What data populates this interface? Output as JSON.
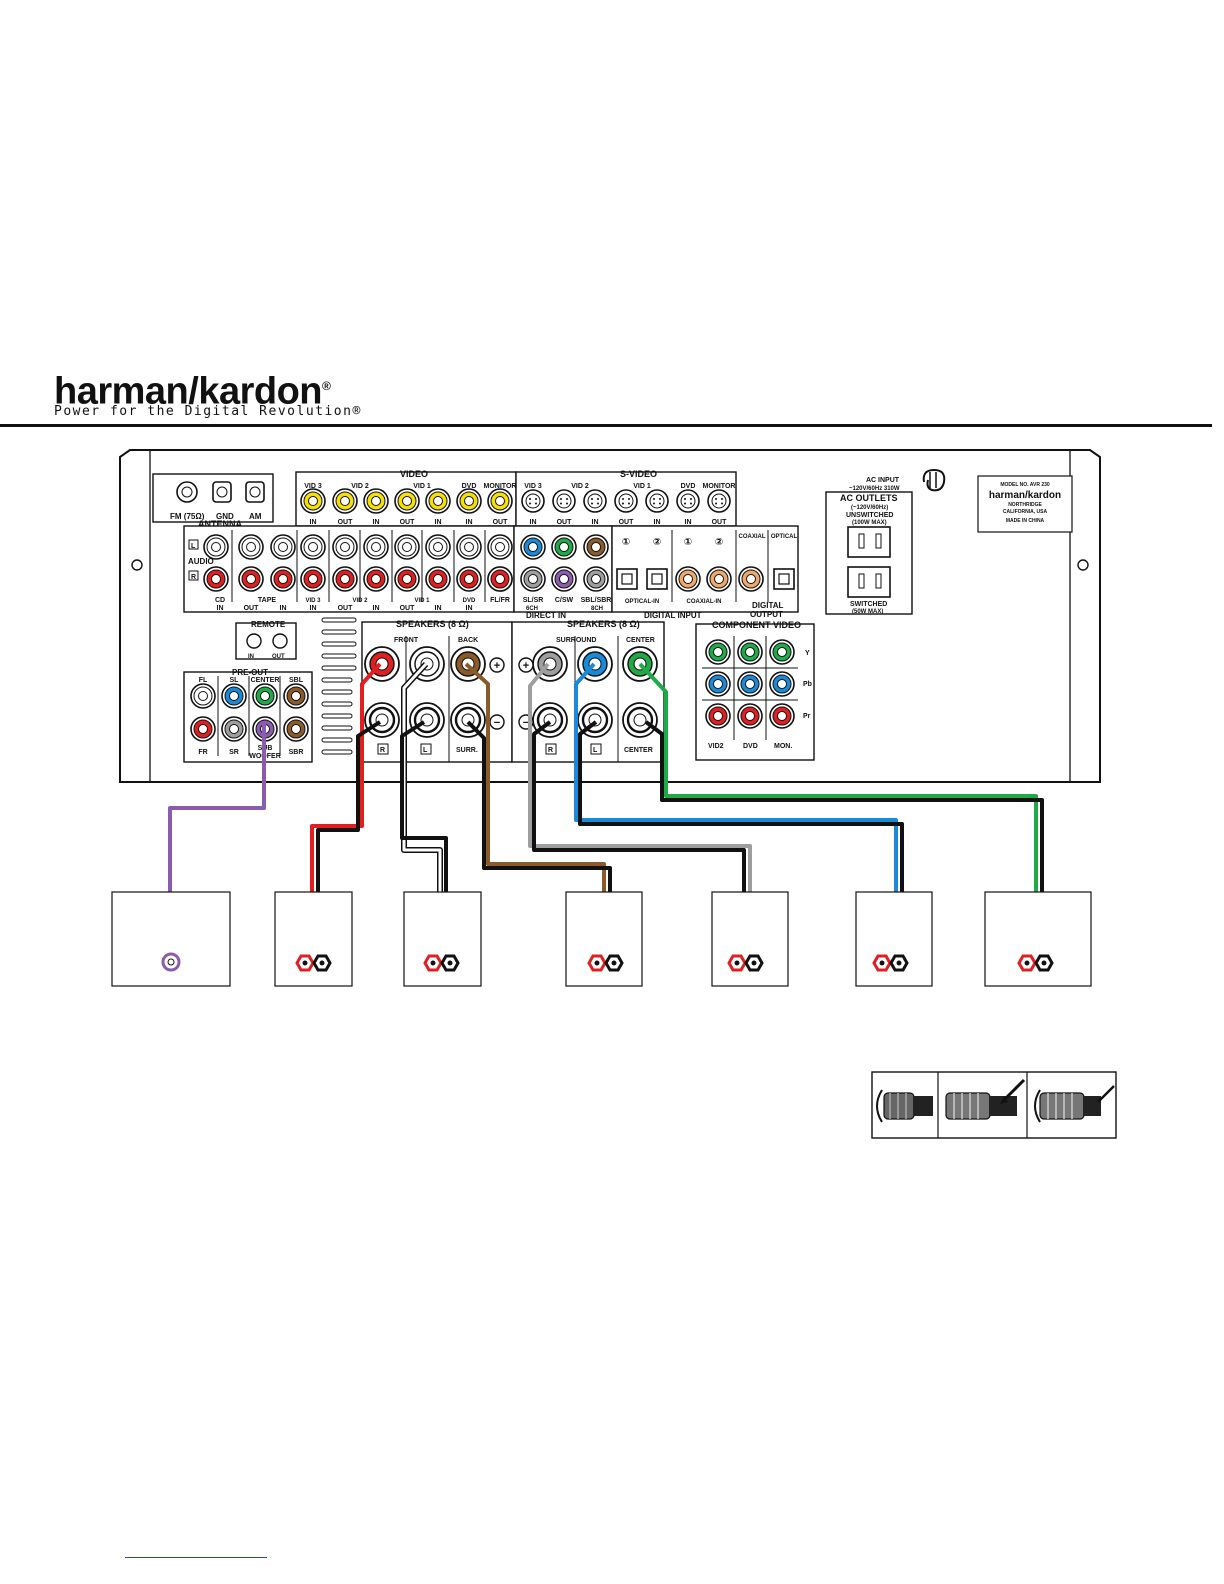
{
  "brand": {
    "name": "harman/kardon",
    "registered": "®",
    "tagline": "Power for the Digital Revolution®"
  },
  "receiver": {
    "antenna": {
      "title": "ANTENNA",
      "fm": "FM (75Ω)",
      "gnd": "GND",
      "am": "AM"
    },
    "video_title": "VIDEO",
    "svideo_title": "S-VIDEO",
    "video_groups": [
      "VID 3",
      "VID 2",
      "VID 1",
      "DVD",
      "MONITOR"
    ],
    "svideo_groups": [
      "VID 3",
      "VID 2",
      "VID 1",
      "DVD",
      "MONITOR"
    ],
    "in": "IN",
    "out": "OUT",
    "audio": {
      "title": "AUDIO",
      "l": "L",
      "r": "R",
      "cd": "CD",
      "tape": "TAPE",
      "vid3": "VID 3",
      "vid2": "VID 2",
      "vid1": "VID 1",
      "dvd": "DVD"
    },
    "direct_in": {
      "title": "DIRECT IN",
      "fl_fr": "FL/FR",
      "sl_sr": "SL/SR",
      "c_sw": "C/SW",
      "sbl_sbr": "SBL/SBR",
      "six_ch": "6CH",
      "eight_ch": "8CH"
    },
    "digital": {
      "title": "DIGITAL INPUT",
      "optical_in": "OPTICAL-IN",
      "coaxial_in": "COAXIAL-IN",
      "one": "①",
      "two": "②",
      "coaxial": "COAXIAL",
      "optical": "OPTICAL",
      "output_title_1": "DIGITAL",
      "output_title_2": "OUTPUT"
    },
    "ac": {
      "input_1": "AC INPUT",
      "input_2": "~120V/60Hz  310W",
      "outlets": "AC OUTLETS",
      "spec": "(~120V/60Hz)",
      "unswitched": "UNSWITCHED",
      "unswitched_max": "(100W MAX)",
      "switched": "SWITCHED",
      "switched_max": "(50W MAX)"
    },
    "label_plate": {
      "model": "MODEL NO. AVR 230",
      "brand": "harman/kardon",
      "city": "NORTHRIDGE",
      "state": "CALIFORNIA, USA",
      "origin": "MADE IN CHINA"
    },
    "remote": {
      "title": "REMOTE",
      "in": "IN",
      "out": "OUT"
    },
    "preout": {
      "title": "PRE-OUT",
      "fl": "FL",
      "sl": "SL",
      "center": "CENTER",
      "sbl": "SBL",
      "fr": "FR",
      "sr": "SR",
      "sub_1": "SUB",
      "sub_2": "WOOFER",
      "sbr": "SBR"
    },
    "speakers": {
      "title": "SPEAKERS (8 Ω)",
      "front": "FRONT",
      "back": "BACK",
      "surround": "SURROUND",
      "center": "CENTER",
      "r": "R",
      "l": "L",
      "surr": "SURR.",
      "center_bottom": "CENTER",
      "plus": "+",
      "minus": "−"
    },
    "component": {
      "title": "COMPONENT VIDEO",
      "y": "Y",
      "pb": "Pb",
      "pr": "Pr",
      "vid2": "VID2",
      "dvd": "DVD",
      "mon": "MON."
    }
  },
  "colors": {
    "red": "#e02020",
    "white": "#ffffff",
    "brown": "#8a5a28",
    "gray": "#9e9e9e",
    "blue": "#1a8ad8",
    "green": "#1faa48",
    "purple": "#8b5bb0",
    "yellow": "#f6e000",
    "black": "#111111"
  },
  "icons": [
    "speaker-terminal-icon",
    "binding-post-icon",
    "rca-jack-icon",
    "ac-outlet-icon",
    "optical-jack-icon",
    "s-video-jack-icon"
  ]
}
